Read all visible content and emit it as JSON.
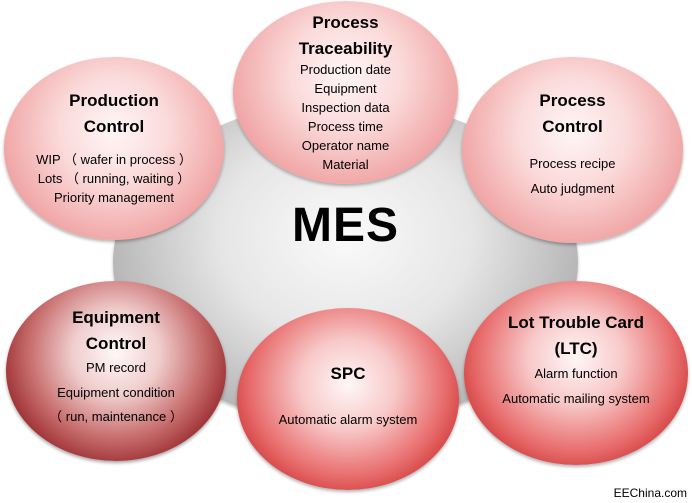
{
  "diagram": {
    "center": {
      "label": "MES"
    },
    "nodes": [
      {
        "id": "process-traceability",
        "title_lines": [
          "Process",
          "Traceability"
        ],
        "items": [
          "Production date",
          "Equipment",
          "Inspection data",
          "Process time",
          "Operator name",
          "Material"
        ]
      },
      {
        "id": "production-control",
        "title_lines": [
          "Production",
          "Control"
        ],
        "items": [
          "WIP （ wafer in process ）",
          "Lots （ running, waiting ）",
          "Priority management"
        ]
      },
      {
        "id": "process-control",
        "title_lines": [
          "Process",
          "Control"
        ],
        "items": [
          "Process recipe",
          "Auto judgment"
        ]
      },
      {
        "id": "equipment-control",
        "title_lines": [
          "Equipment",
          "Control"
        ],
        "items": [
          "PM record",
          "Equipment condition",
          "（ run, maintenance ）"
        ]
      },
      {
        "id": "spc",
        "title_lines": [
          "SPC"
        ],
        "items": [
          "Automatic alarm system"
        ]
      },
      {
        "id": "lot-trouble-card",
        "title_lines": [
          "Lot Trouble Card",
          "(LTC)"
        ],
        "items": [
          "Alarm function",
          "Automatic mailing system"
        ]
      }
    ]
  },
  "source": "EEChina.com",
  "colors": {
    "core": "#c0c0c0",
    "light_node": "#f4b3b3",
    "red_node": "#c8282d",
    "dark_red_node": "#7a1218"
  }
}
